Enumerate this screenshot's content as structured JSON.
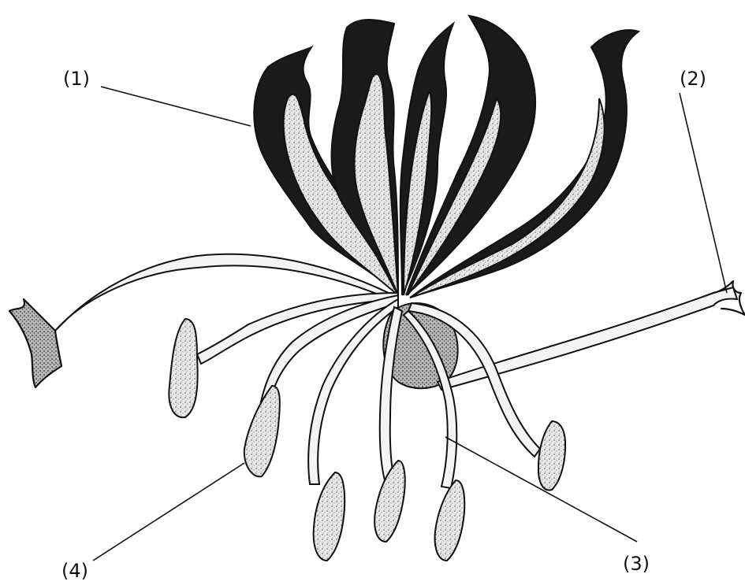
{
  "labels": {
    "l1": "(1)",
    "l2": "(2)",
    "l3": "(3)",
    "l4": "(4)"
  },
  "colors": {
    "ink": "#111111",
    "petal_dark": "#1a1a1a",
    "background": "#ffffff"
  }
}
